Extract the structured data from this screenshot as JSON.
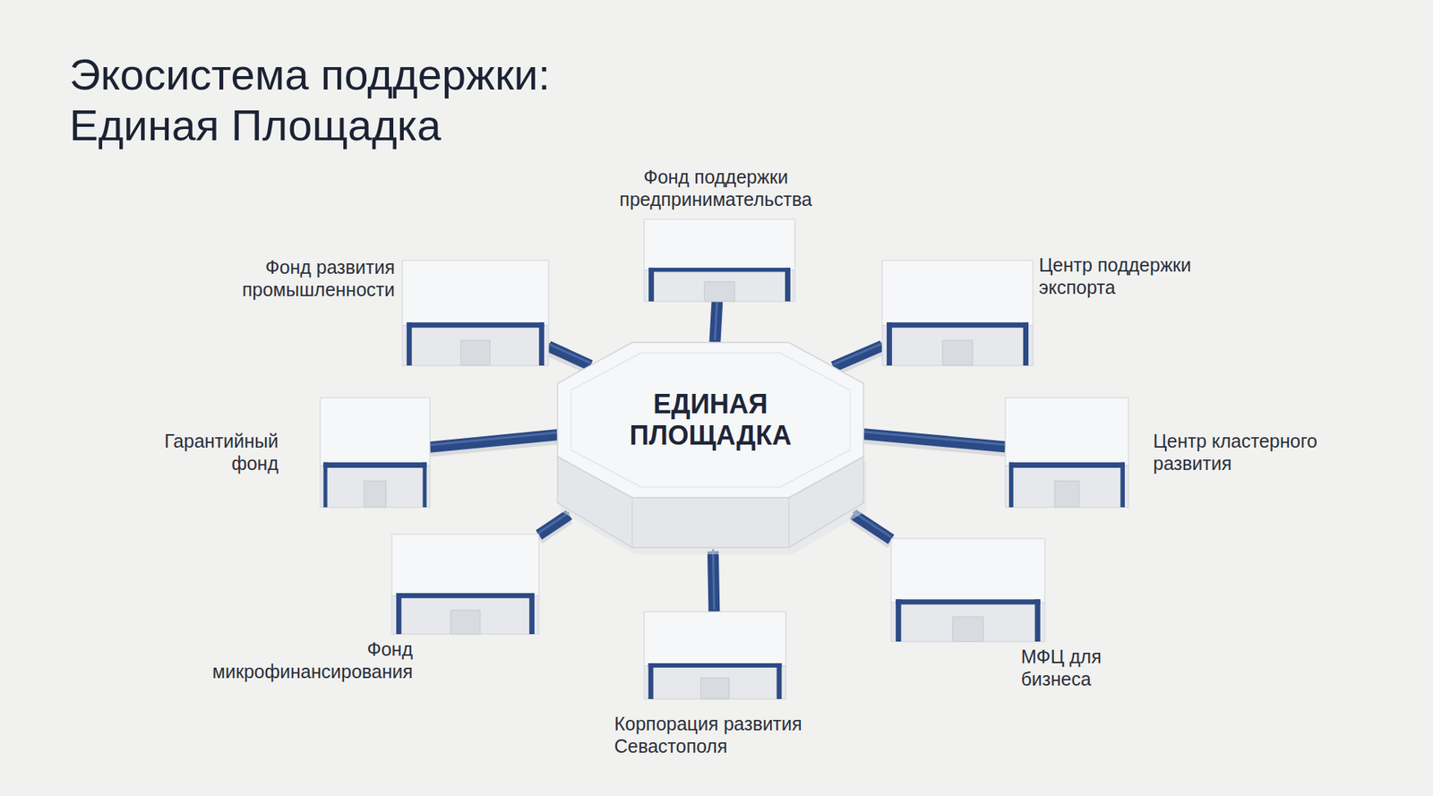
{
  "diagram": {
    "title": "Экосистема поддержки: Единая Площадка",
    "nodes": [
      {
        "text": [
          "ЕДИНАЯ ПЛОЩАДКА"
        ]
      },
      {
        "text": [
          "Фонд поддержки предпринимательства"
        ]
      },
      {
        "text": [
          "Фонд развития промышленности"
        ]
      },
      {
        "text": [
          "Центр поддержки экспорта"
        ]
      },
      {
        "text": [
          "Гарантийный фонд"
        ]
      },
      {
        "text": [
          "Центр кластерного развития"
        ]
      },
      {
        "text": [
          "Фонд микрофинансирования"
        ]
      },
      {
        "text": [
          "Корпорация развития Севастополя"
        ]
      },
      {
        "text": [
          "МФЦ для бизнеса"
        ]
      }
    ],
    "edges": [
      {
        "from": 0,
        "to": 1,
        "arrow": "none"
      },
      {
        "from": 0,
        "to": 2,
        "arrow": "none"
      },
      {
        "from": 0,
        "to": 3,
        "arrow": "none"
      },
      {
        "from": 0,
        "to": 4,
        "arrow": "none"
      },
      {
        "from": 0,
        "to": 5,
        "arrow": "none"
      },
      {
        "from": 0,
        "to": 6,
        "arrow": "none"
      },
      {
        "from": 0,
        "to": 7,
        "arrow": "none"
      },
      {
        "from": 0,
        "to": 8,
        "arrow": "none"
      }
    ]
  }
}
